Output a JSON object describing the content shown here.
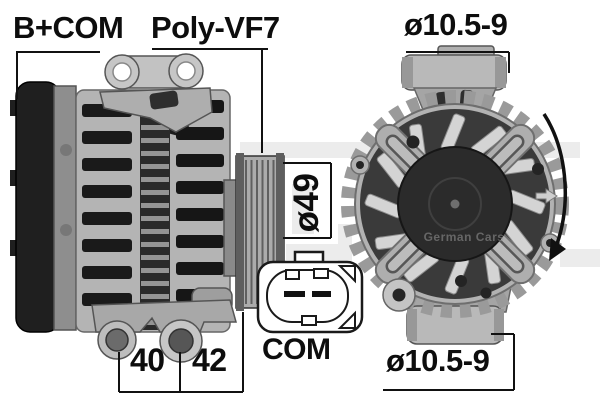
{
  "diagram": {
    "labels": {
      "terminals": "B+COM",
      "pulley_type": "Poly-VF7",
      "top_mount": "ø10.5-9",
      "pulley_diameter": "ø49",
      "connector": "COM",
      "mount_dim_a": "40",
      "mount_dim_b": "42",
      "bottom_mount": "ø10.5-9"
    },
    "watermark": {
      "text": "German Cars"
    },
    "colors": {
      "line": "#111111",
      "background": "#ffffff",
      "metal": "#b4b4b4",
      "rear_cover": "#1f1f1f"
    }
  }
}
